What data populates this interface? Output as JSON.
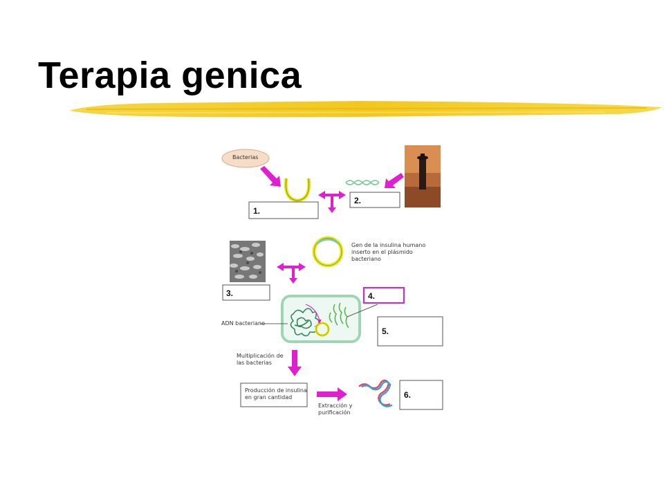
{
  "slide": {
    "title": "Terapia genica"
  },
  "diagram": {
    "bacterias_label": "Bacterias",
    "box1": "1.",
    "box2": "2.",
    "box3": "3.",
    "box4": "4.",
    "box5": "5.",
    "box6": "6.",
    "gene_caption": [
      "Gen de la insulina humano",
      "inserto en el plásmido",
      "bacteriano"
    ],
    "adn_label": "ADN bacteriano",
    "multiplication_caption": [
      "Multiplicación de",
      "las bacterias"
    ],
    "production_caption": [
      "Producción de insulina",
      "en gran cantidad"
    ],
    "extraction_caption": [
      "Extracción y",
      "purificación"
    ]
  },
  "colors": {
    "accent_magenta": "#e020d0",
    "plasmid_yellow": "#e8e820",
    "highlighter_yellow": "#f2c81e",
    "cell_border": "#9ed6b4",
    "cell_fill": "#eef8f2"
  }
}
